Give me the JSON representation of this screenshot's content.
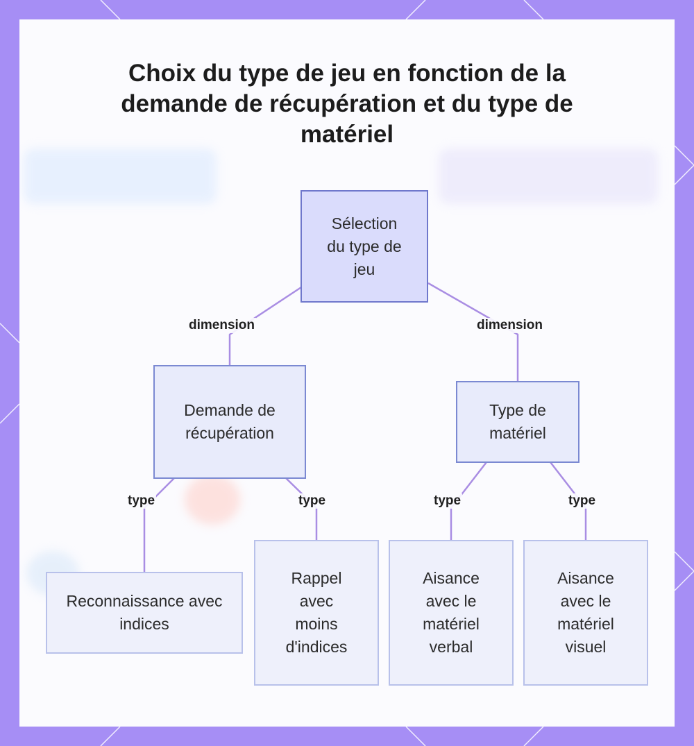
{
  "title": "Choix du type de jeu en fonction de la demande de récupération et du type de matériel",
  "colors": {
    "frame": "#a68ef5",
    "card": "#fbfbfe",
    "edge": "#a98de3",
    "root_fill": "#dadcfc",
    "mid_fill": "#e8ebfb",
    "leaf_fill": "#eef0fb"
  },
  "nodes": {
    "root": "Sélection du type de jeu",
    "retrieval": "Demande de récupération",
    "material": "Type de matériel",
    "recognition": "Reconnaissance avec indices",
    "recall": "Rappel avec moins d'indices",
    "verbal": "Aisance avec le matériel verbal",
    "visual": "Aisance avec le matériel visuel"
  },
  "edge_labels": {
    "root_retrieval": "dimension",
    "root_material": "dimension",
    "retrieval_recognition": "type",
    "retrieval_recall": "type",
    "material_verbal": "type",
    "material_visual": "type"
  }
}
